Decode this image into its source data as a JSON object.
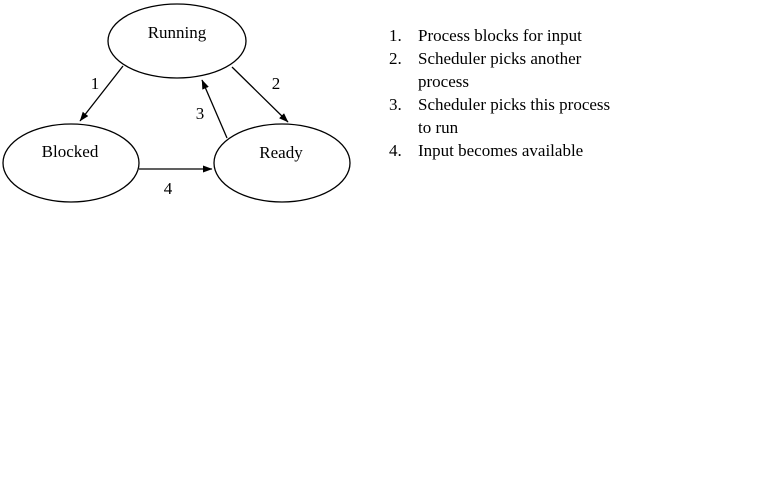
{
  "colors": {
    "ink": "#000000",
    "background": "#ffffff"
  },
  "diagram": {
    "title": "process-state-transition-diagram",
    "states": [
      {
        "label": "Running"
      },
      {
        "label": "Blocked"
      },
      {
        "label": "Ready"
      }
    ],
    "transitions": [
      {
        "number": "1",
        "from": "Running",
        "to": "Blocked"
      },
      {
        "number": "2",
        "from": "Running",
        "to": "Ready"
      },
      {
        "number": "3",
        "from": "Ready",
        "to": "Running"
      },
      {
        "number": "4",
        "from": "Blocked",
        "to": "Ready"
      }
    ]
  },
  "legend": {
    "items": [
      {
        "number": "1.",
        "text": "Process blocks for input"
      },
      {
        "number": "2.",
        "text": "Scheduler picks another process"
      },
      {
        "number": "3.",
        "text": "Scheduler picks this process to run"
      },
      {
        "number": "4.",
        "text": "Input becomes available"
      }
    ]
  }
}
